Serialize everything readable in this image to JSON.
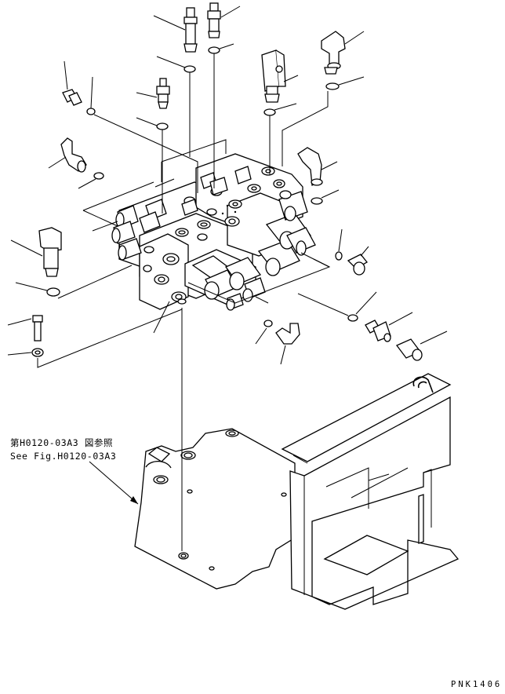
{
  "reference_note": {
    "line1": "第H0120-03A3 図参照",
    "line2": "See Fig.H0120-03A3"
  },
  "drawing_code": "PNK1406",
  "parts": [
    {
      "icon": "fitting-icon"
    },
    {
      "icon": "o-ring-icon"
    },
    {
      "icon": "elbow-icon"
    },
    {
      "icon": "bolt-icon"
    },
    {
      "icon": "washer-icon"
    },
    {
      "icon": "control-valve-icon"
    },
    {
      "icon": "bracket-icon"
    }
  ]
}
